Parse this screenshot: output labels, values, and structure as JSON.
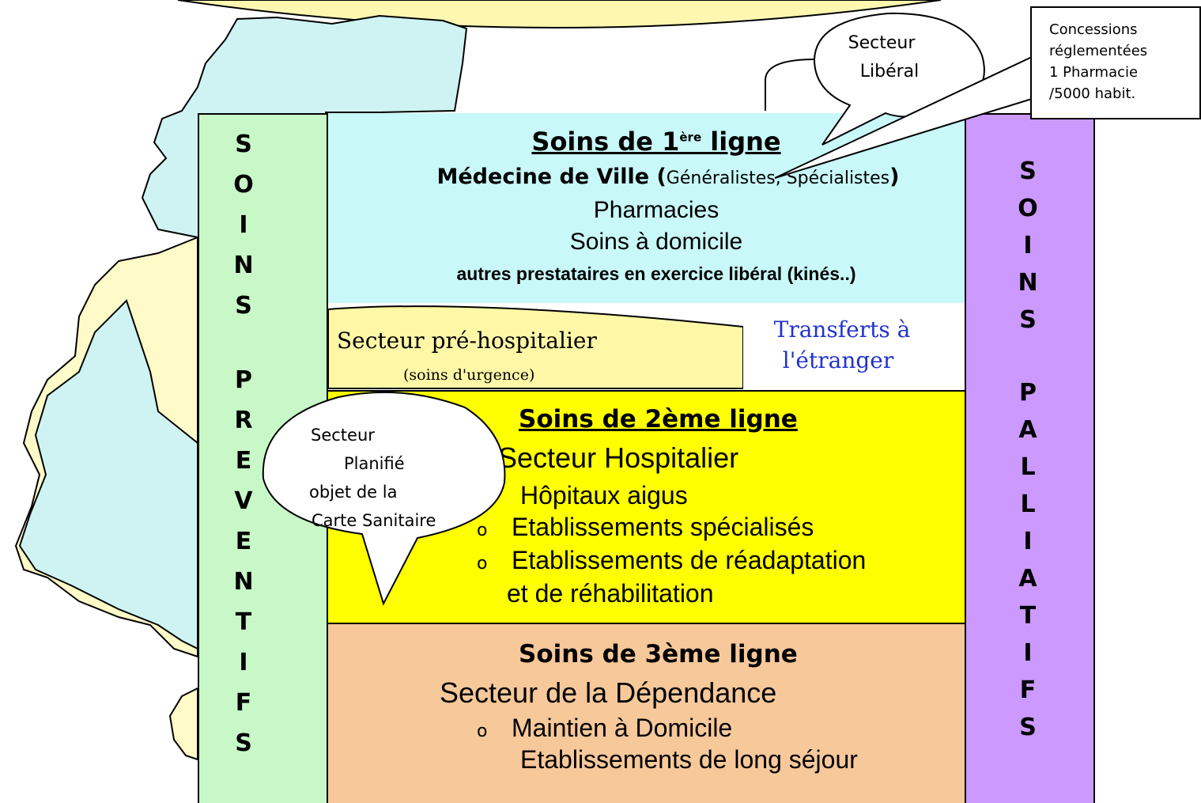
{
  "colors": {
    "first_line": "#c8f8f8",
    "second_line": "#ffff00",
    "third_line": "#f7c89a",
    "preventive": "#c8f8c8",
    "palliative": "#cc99ff",
    "prehospital": "#fdf7a6",
    "map_blue": "#cff3f3",
    "map_yellow": "#fffbc8"
  },
  "left_column": {
    "word1": [
      "S",
      "O",
      "I",
      "N",
      "S"
    ],
    "word2": [
      "P",
      "R",
      "E",
      "V",
      "E",
      "N",
      "T",
      "I",
      "F",
      "S"
    ]
  },
  "right_column": {
    "word1": [
      "S",
      "O",
      "I",
      "N",
      "S"
    ],
    "word2": [
      "P",
      "A",
      "L",
      "L",
      "I",
      "A",
      "T",
      "I",
      "F",
      "S"
    ]
  },
  "first_line": {
    "title_main": "Soins de 1",
    "title_sup": "ère",
    "title_end": " ligne",
    "medecine_bold": "Médecine de Ville (",
    "medecine_rest": "Généralistes, Spécialistes",
    "medecine_close": ")",
    "pharmacies": "Pharmacies",
    "soins_domicile": "Soins à domicile",
    "autres": "autres prestataires en exercice libéral (kinés..)"
  },
  "callout_liberal": {
    "line1": "Secteur",
    "line2": "Libéral"
  },
  "concessions": {
    "lines": [
      "Concessions",
      "réglementées",
      "1 Pharmacie",
      "/5000 habit."
    ]
  },
  "prehospital": {
    "title": "Secteur pré-hospitalier",
    "subtitle": "(soins d'urgence)"
  },
  "transferts": {
    "line1": "Transferts à",
    "line2": "l'étranger"
  },
  "second_line": {
    "title": "Soins de 2ème ligne",
    "secteur": "Secteur Hospitalier",
    "item1": "Hôpitaux aigus",
    "bullet": "o",
    "item2": "Etablissements spécialisés",
    "item3": "Etablissements de réadaptation",
    "item3_cont": "et de réhabilitation"
  },
  "callout_planifie": {
    "line1": "Secteur",
    "line2": "Planifié",
    "line3": "objet de la",
    "line4": "Carte Sanitaire"
  },
  "third_line": {
    "title": "Soins de 3ème ligne",
    "secteur": "Secteur de la Dépendance",
    "bullet": "o",
    "item1": "Maintien à Domicile",
    "item2": "Etablissements de long séjour"
  }
}
